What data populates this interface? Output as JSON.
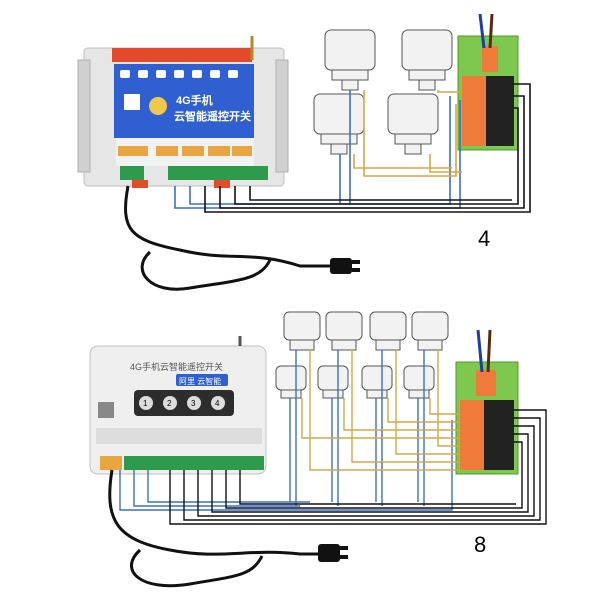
{
  "panel_top": {
    "count_label": "4",
    "device": {
      "brand_line": "4G手机",
      "title_line": "云智能遥控开关"
    }
  },
  "panel_bottom": {
    "count_label": "8",
    "device": {
      "title_line": "4G手机云智能遥控开关",
      "brand_badge": "阿里 云智能",
      "buttons": [
        "1",
        "2",
        "3",
        "4"
      ]
    }
  },
  "colors": {
    "wire_blue": "#3a6fc9",
    "wire_yellow": "#d9a640",
    "wire_black": "#111111",
    "terminal_green": "#7ec84f",
    "terminal_orange": "#f07a3a",
    "device_blue": "#2f5fd0",
    "device_grey": "#e8e8e8"
  }
}
